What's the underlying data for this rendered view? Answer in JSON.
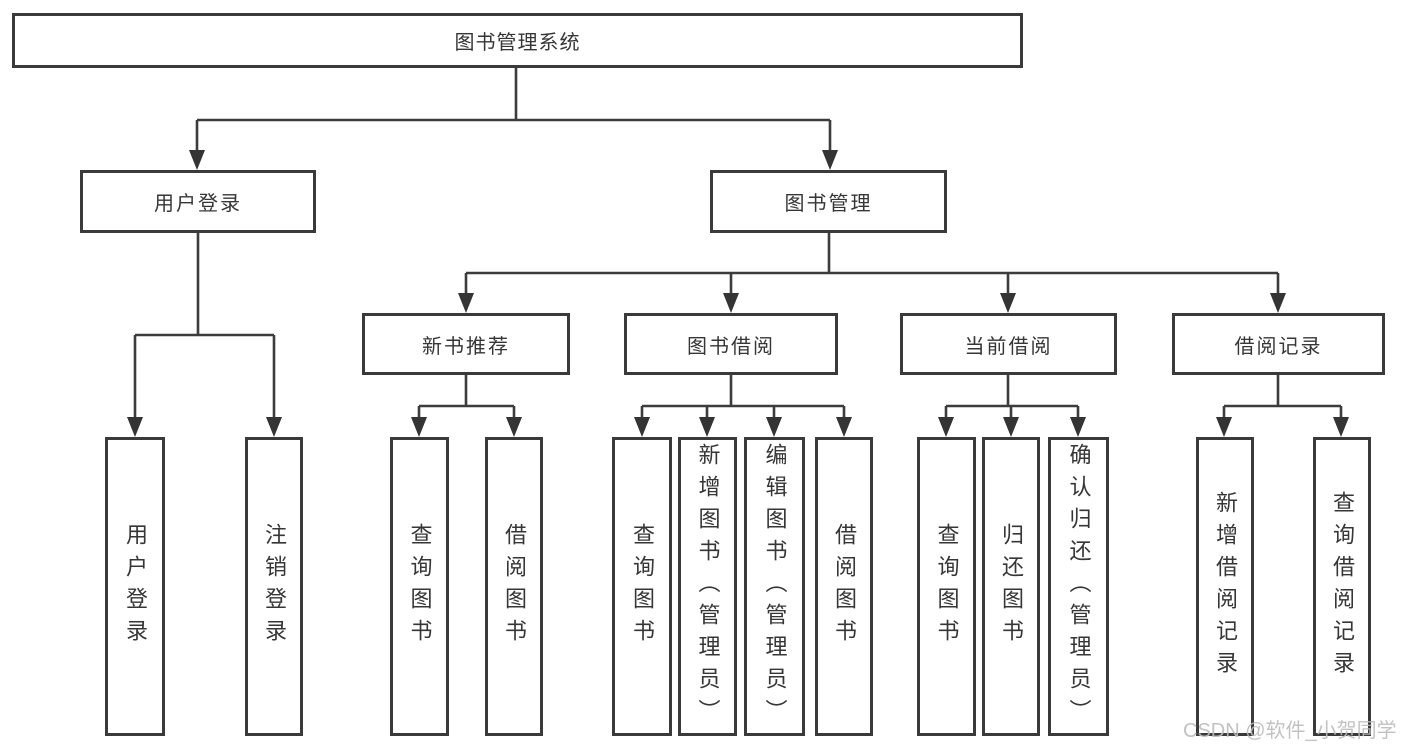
{
  "diagram": {
    "root": {
      "label": "图书管理系统"
    },
    "level2": [
      {
        "label": "用户登录"
      },
      {
        "label": "图书管理"
      }
    ],
    "level3": [
      {
        "label": "新书推荐"
      },
      {
        "label": "图书借阅"
      },
      {
        "label": "当前借阅"
      },
      {
        "label": "借阅记录"
      }
    ],
    "leaves": {
      "user_login": [
        {
          "label": "用户登录"
        },
        {
          "label": "注销登录"
        }
      ],
      "new_book": [
        {
          "label": "查询图书"
        },
        {
          "label": "借阅图书"
        }
      ],
      "book_borrow": [
        {
          "label": "查询图书"
        },
        {
          "label": "新增图书（管理员）"
        },
        {
          "label": "编辑图书（管理员）"
        },
        {
          "label": "借阅图书"
        }
      ],
      "current_borrow": [
        {
          "label": "查询图书"
        },
        {
          "label": "归还图书"
        },
        {
          "label": "确认归还（管理员）"
        }
      ],
      "borrow_record": [
        {
          "label": "新增借阅记录"
        },
        {
          "label": "查询借阅记录"
        }
      ]
    }
  },
  "watermark": "CSDN @软件_小贺同学",
  "colors": {
    "line": "#3c3c3c",
    "border": "#3a3a3a",
    "text": "#363636",
    "background": "#ffffff",
    "watermark": "#bcbcbc"
  }
}
